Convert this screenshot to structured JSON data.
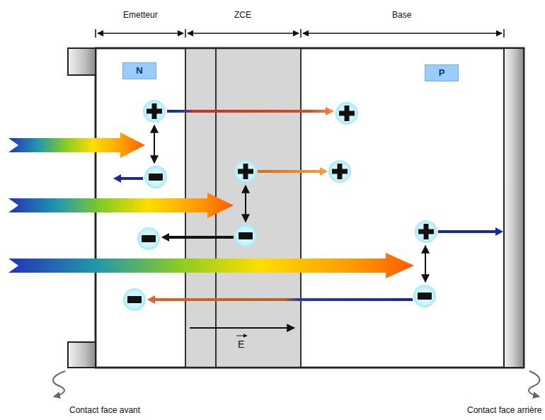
{
  "diagram": {
    "nodes": [
      {
        "text": [
          "N"
        ]
      },
      {
        "text": [
          "P"
        ]
      }
    ],
    "labels": [
      "Emetteur",
      "ZCE",
      "Base",
      "E",
      "Contact face avant",
      "Contact face arrière"
    ]
  }
}
